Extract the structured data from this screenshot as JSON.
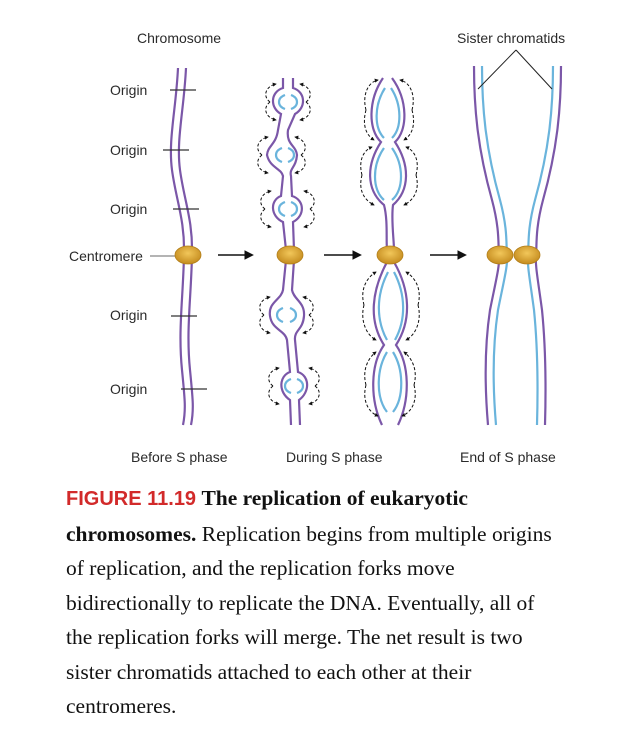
{
  "figure": {
    "top_labels": {
      "chromosome": "Chromosome",
      "sister_chromatids": "Sister chromatids"
    },
    "side_labels": [
      "Origin",
      "Origin",
      "Origin",
      "Centromere",
      "Origin",
      "Origin"
    ],
    "stage_labels": [
      "Before S phase",
      "During S phase",
      "End of S phase"
    ],
    "colors": {
      "parental_strand": "#7b57a8",
      "new_strand": "#6ab4dc",
      "centromere": "#d9a636",
      "arrow": "#111111",
      "label_text": "#2a2a2a"
    }
  },
  "caption": {
    "figure_number": "FIGURE 11.19",
    "title": "The replication of eukaryotic chromosomes.",
    "body": "Replication begins from multiple origins of replication, and the replication forks move bidirectionally to replicate the DNA. Eventually, all of the replication forks will merge. The net result is two sister chromatids attached to each other at their centromeres.",
    "figure_number_color": "#d22a2a"
  }
}
